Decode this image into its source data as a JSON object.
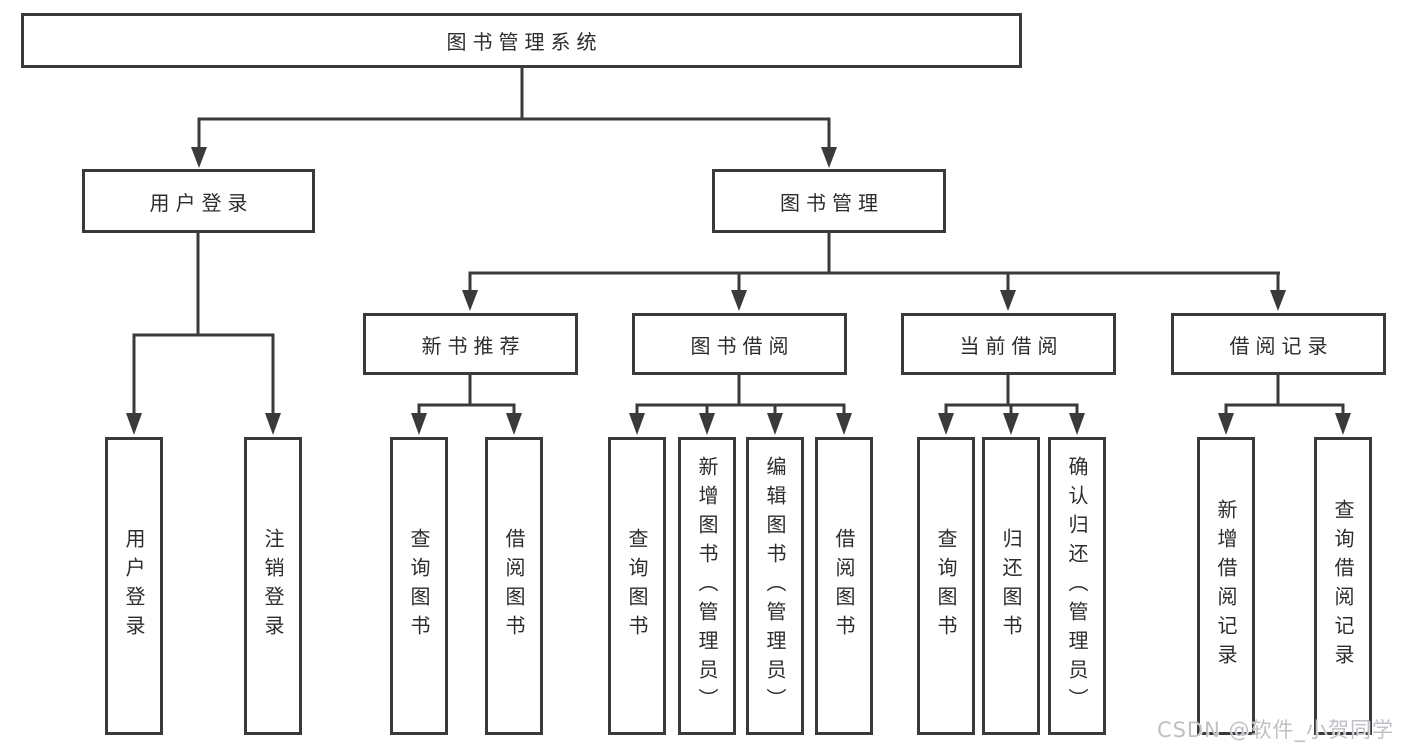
{
  "colors": {
    "background": "#ffffff",
    "line": "#3a3a3a",
    "text": "#2d2d2d",
    "watermark": "#bdc1c5"
  },
  "nodes": {
    "root": "图书管理系统",
    "user_login": "用户登录",
    "book_management": "图书管理",
    "new_book_recommend": "新书推荐",
    "book_borrowing": "图书借阅",
    "current_borrowing": "当前借阅",
    "borrowing_records": "借阅记录",
    "leaf_user_login": "用户登录",
    "leaf_logout": "注销登录",
    "leaf_nbr_query_books": "查询图书",
    "leaf_nbr_borrow_books": "借阅图书",
    "leaf_bb_query_books": "查询图书",
    "leaf_bb_add_books": "新增图书（管理员）",
    "leaf_bb_edit_books": "编辑图书（管理员）",
    "leaf_bb_borrow_books": "借阅图书",
    "leaf_cb_query_books": "查询图书",
    "leaf_cb_return_books": "归还图书",
    "leaf_cb_confirm_return": "确认归还（管理员）",
    "leaf_br_add_record": "新增借阅记录",
    "leaf_br_query_record": "查询借阅记录"
  },
  "watermark": {
    "text": "CSDN @软件_小贺同学"
  }
}
